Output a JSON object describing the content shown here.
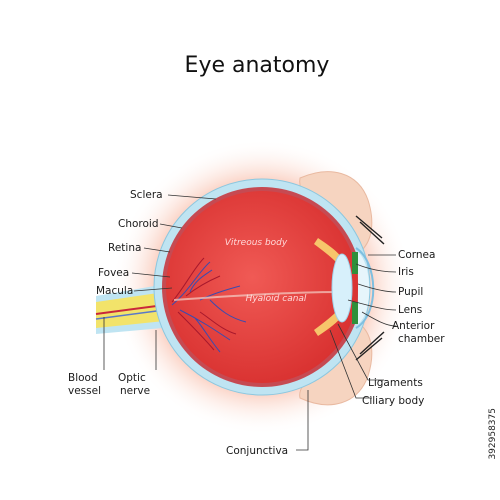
{
  "title": "Eye anatomy",
  "labels": {
    "sclera": "Sclera",
    "choroid": "Choroid",
    "retina": "Retina",
    "fovea": "Fovea",
    "macula": "Macula",
    "blood_vessel_1": "Blood",
    "blood_vessel_2": "vessel",
    "optic_nerve_1": "Optic",
    "optic_nerve_2": "nerve",
    "cornea": "Cornea",
    "iris": "Iris",
    "pupil": "Pupil",
    "lens": "Lens",
    "anterior_chamber_1": "Anterior",
    "anterior_chamber_2": "chamber",
    "ligaments": "Ligaments",
    "ciliary_body": "Ciliary body",
    "conjunctiva": "Conjunctiva",
    "vitreous_body": "Vitreous body",
    "hyaloid_canal": "Hyaloid canal"
  },
  "stock_id": "392958375",
  "colors": {
    "vitreous": "#e8403f",
    "sclera": "#bfe4f2",
    "choroid": "#c64a52",
    "glow": "#f7a48a",
    "nerve": "#f2e36a",
    "eyelid": "#f6d4c0",
    "iris": "#2f8f3a",
    "lens": "#d7f0fb"
  }
}
